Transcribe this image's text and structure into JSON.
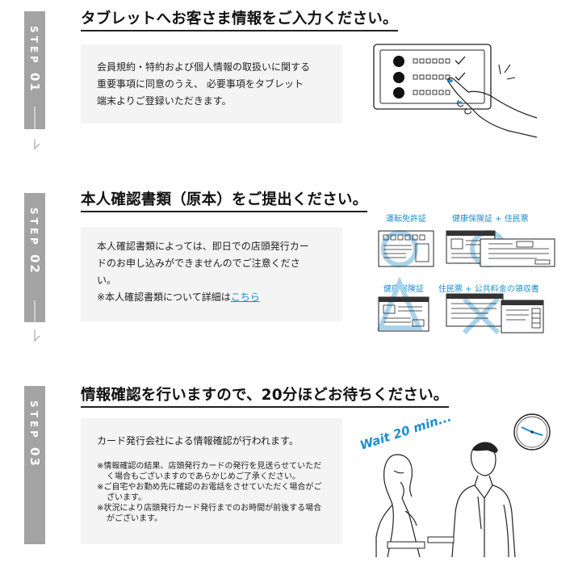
{
  "steps": [
    {
      "label": "STEP",
      "number": "01",
      "title": "タブレットへお客さま情報をご入力ください。",
      "body_lines": [
        "会員規約・特約および個人情報の取扱いに関する",
        "重要事項に同意のうえ、 必要事項をタブレット",
        "端末よりご登録いただきます。"
      ]
    },
    {
      "label": "STEP",
      "number": "02",
      "title": "本人確認書類（原本）をご提出ください。",
      "body_lines": [
        "本人確認書類によっては、即日での店頭発行カー",
        "ドのお申し込みができませんのでご注意くださ",
        "い。"
      ],
      "body_link_prefix": "※本人確認書類について詳細は",
      "body_link_text": "こちら",
      "doc_captions": {
        "license": "運転免許証",
        "insurance_resident": "健康保険証 + 住民票",
        "insurance": "健康保険証",
        "resident_receipt": "住民票 + 公共料金の領収書"
      }
    },
    {
      "label": "STEP",
      "number": "03",
      "title": "情報確認を行いますので、20分ほどお待ちください。",
      "body_main": "カード発行会社による情報確認が行われます。",
      "notes": [
        "※情報確認の結果、店頭発行カードの発行を見送らせていただく場合もございますのであらかじめご了承ください。",
        "※ご自宅やお勤め先に確認のお電話をさせていただく場合がございます。",
        "※状況により店頭発行カード発行までのお時間が前後する場合がございます。"
      ],
      "wait_text": "Wait 20 min..."
    }
  ],
  "colors": {
    "bar": "#a3a3a3",
    "box": "#f4f4f4",
    "accent": "#1a8fd0",
    "accent_light": "#a9d3ec"
  }
}
